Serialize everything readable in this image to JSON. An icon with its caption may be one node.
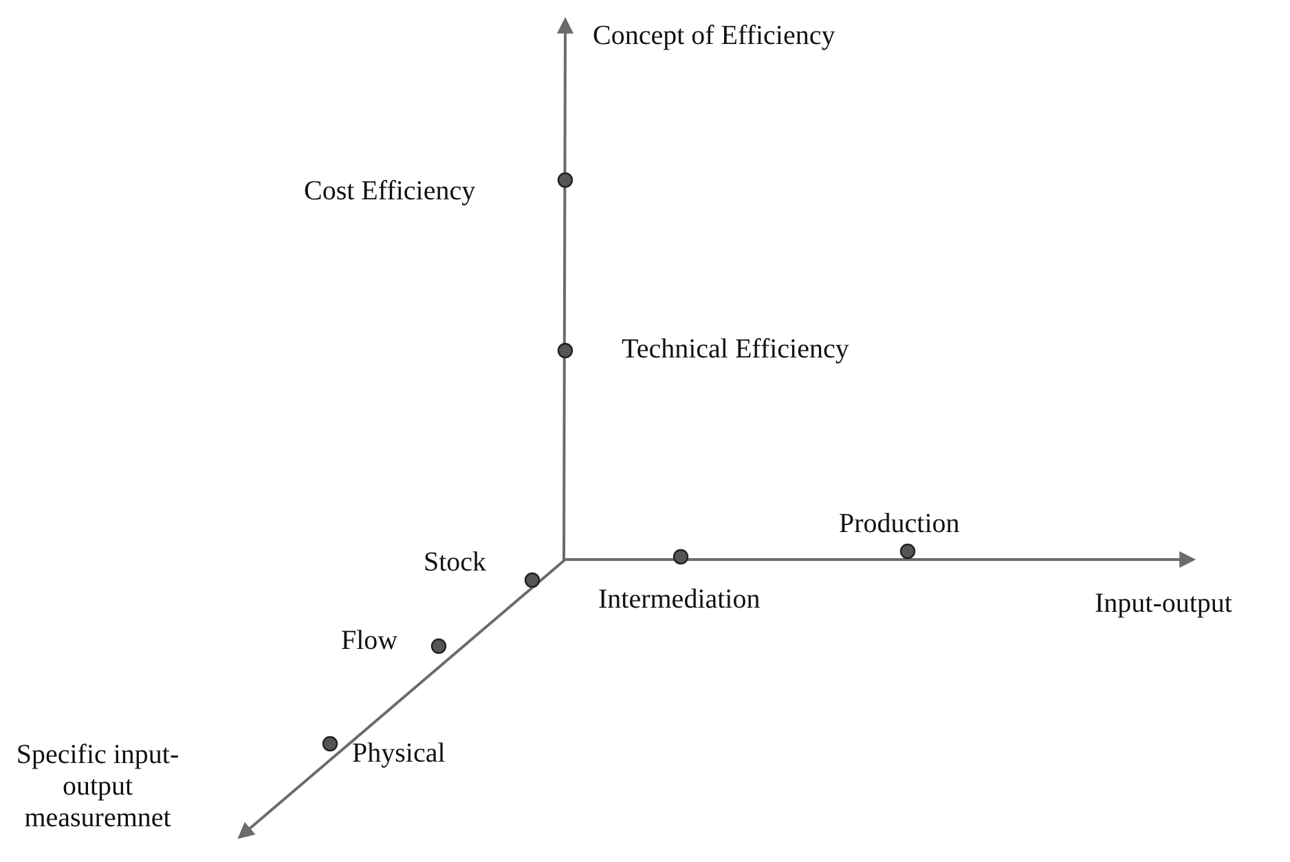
{
  "diagram": {
    "labels": [
      "Concept of Efficiency",
      "Cost Efficiency",
      "Technical Efficiency",
      "Production",
      "Stock",
      "Intermediation",
      "Input-output",
      "Flow",
      "Specific input-output measuremnet",
      "Physical"
    ]
  }
}
